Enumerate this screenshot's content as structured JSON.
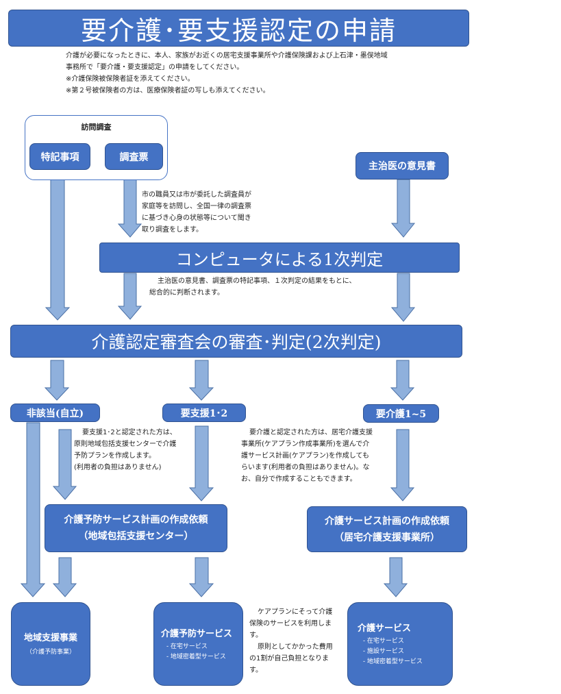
{
  "title": "要介護･要支援認定の申請",
  "intro": {
    "line1": "介護が必要になったときに、本人、家族がお近くの居宅支援事業所や介護保険課および上石津・墨俣地域",
    "line2": "事務所で「要介護・要支援認定」の申請をしてください。",
    "line3": "※介護保険被保険者証を添えてください。",
    "line4": "※第２号被保険者の方は、医療保険者証の写しも添えてください。"
  },
  "visit": {
    "label": "訪問調査",
    "item1": "特記事項",
    "item2": "調査票"
  },
  "doctor_opinion": "主治医の意見書",
  "visit_note": {
    "line1": "市の職員又は市が委託した調査員が",
    "line2": "家庭等を訪問し、全国一律の調査票",
    "line3": "に基づき心身の状態等について聞き",
    "line4": "取り調査をします。"
  },
  "first_judgment": "コンピュータによる1次判定",
  "first_note": {
    "line1": "主治医の意見書、調査票の特記事項、１次判定の結果をもとに、",
    "line2": "総合的に判断されます。"
  },
  "second_judgment": "介護認定審査会の審査･判定(2次判定)",
  "results": {
    "independent": "非該当(自立)",
    "support": "要支援1･2",
    "care": "要介護1~5"
  },
  "support_note": {
    "line1": "要支援1･2と認定された方は、",
    "line2": "原則地域包括支援センターで介護",
    "line3": "予防プランを作成します。",
    "line4": "(利用者の負担はありません)"
  },
  "care_note": {
    "line1": "要介護と認定された方は、居宅介護支援",
    "line2": "事業所(ケアプラン作成事業所)を選んで介",
    "line3": "護サービス計画(ケアプラン)を作成しても",
    "line4": "らいます(利用者の負担はありません)。な",
    "line5": "お、自分で作成することもできます。"
  },
  "prevention_plan": {
    "line1": "介護予防サービス計画の作成依頼",
    "line2": "（地域包括支援センター）"
  },
  "care_plan": {
    "line1": "介護サービス計画の作成依頼",
    "line2": "（居宅介護支援事業所）"
  },
  "community": {
    "title": "地域支援事業",
    "sub": "（介護予防事業）"
  },
  "prevention_service": {
    "title": "介護予防サービス",
    "item1": "- 在宅サービス",
    "item2": "- 地域密着型サービス"
  },
  "care_service": {
    "title": "介護サービス",
    "item1": "- 在宅サービス",
    "item2": "- 施設サービス",
    "item3": "- 地域密着型サービス"
  },
  "careplan_note": {
    "line1": "ケアプランにそって介護",
    "line2": "保険のサービスを利用しま",
    "line3": "す。",
    "line4": "原則としてかかった費用",
    "line5": "の1割が自己負担となりま",
    "line6": "す。"
  },
  "colors": {
    "box": "#4472c4",
    "arrow": "#8fb0dc",
    "arrow_border": "#4a6fa5"
  }
}
